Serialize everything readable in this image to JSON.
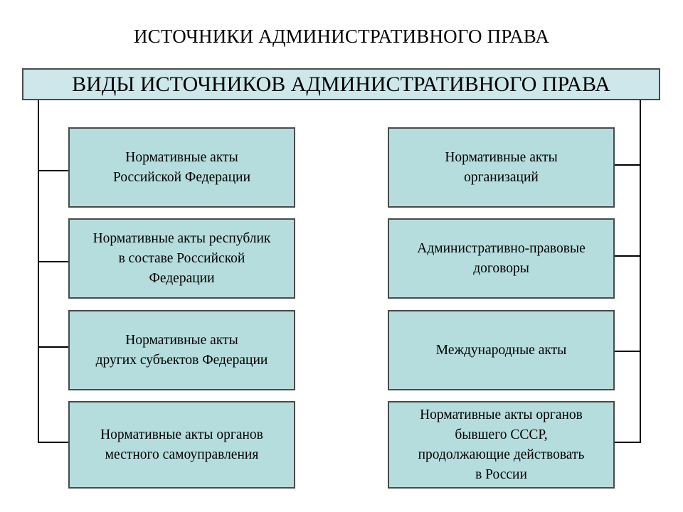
{
  "title": "ИСТОЧНИКИ АДМИНИСТРАТИВНОГО ПРАВА",
  "header": "ВИДЫ ИСТОЧНИКОВ АДМИНИСТРАТИВНОГО ПРАВА",
  "left": [
    "Нормативные акты\nРоссийской Федерации",
    "Нормативные акты республик\nв составе Российской\nФедерации",
    "Нормативные акты\nдругих субъектов Федерации",
    "Нормативные акты органов\nместного самоуправления"
  ],
  "right": [
    "Нормативные акты\nорганизаций",
    "Административно-правовые\nдоговоры",
    "Международные акты",
    "Нормативные акты органов\nбывшего СССР,\nпродолжающие действовать\nв России"
  ],
  "colors": {
    "header_fill": "#cde7ea",
    "box_fill": "#b6dddd",
    "border": "#4a4a4a"
  }
}
